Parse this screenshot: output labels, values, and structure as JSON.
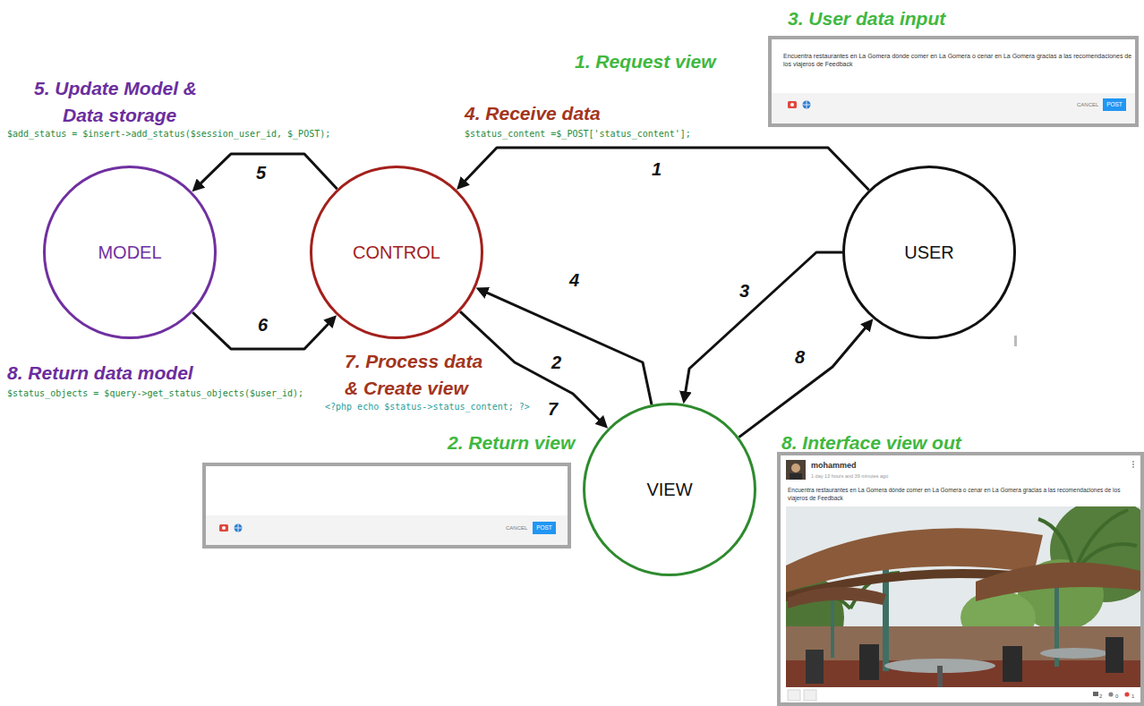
{
  "diagram": {
    "nodes": [
      {
        "text": [
          "Encuentra restaurantes en La Gomera dónde comer en La Gomera o cenar en La Gomera gracias a las recomendaciones de los viajeros de Feedback",
          "CANCEL",
          "POST"
        ]
      },
      {
        "text": [
          "MODEL"
        ]
      },
      {
        "text": [
          "CONTROL"
        ]
      },
      {
        "text": [
          "USER"
        ]
      },
      {
        "text": [
          "VIEW"
        ]
      },
      {
        "text": [
          "CANCEL",
          "POST"
        ]
      },
      {
        "text": [
          "mohammed",
          "1 day 13 hours and 39 minutes ago",
          "Encuentra restaurantes en La Gomera dónde comer en La Gomera o cenar en La Gomera gracias a las recomendaciones de los viajeros de Feedback",
          "2",
          "0",
          "1"
        ]
      }
    ],
    "edges": [
      {
        "from": 3,
        "to": 2,
        "arrow": "to",
        "label": "1"
      },
      {
        "from": 2,
        "to": 4,
        "arrow": "to",
        "label": "2"
      },
      {
        "from": 3,
        "to": 4,
        "arrow": "to",
        "label": "3"
      },
      {
        "from": 4,
        "to": 2,
        "arrow": "to",
        "label": "4"
      },
      {
        "from": 2,
        "to": 1,
        "arrow": "to",
        "label": "5"
      },
      {
        "from": 1,
        "to": 2,
        "arrow": "to",
        "label": "6"
      },
      {
        "from": 4,
        "to": 3,
        "arrow": "to",
        "label": "8"
      }
    ],
    "labels": [
      "1. Request view",
      "3. User data input",
      "4. Receive data",
      "$status_content =$_POST['status_content'];",
      "5. Update Model & Data storage",
      "$add_status = $insert->add_status($session_user_id, $_POST);",
      "7",
      "7. Process data & Create view",
      "<?php echo $status->status_content; ?>",
      "8. Return data model",
      "$status_objects = $query->get_status_objects($user_id);",
      "2. Return view",
      "8. Interface view out"
    ]
  }
}
